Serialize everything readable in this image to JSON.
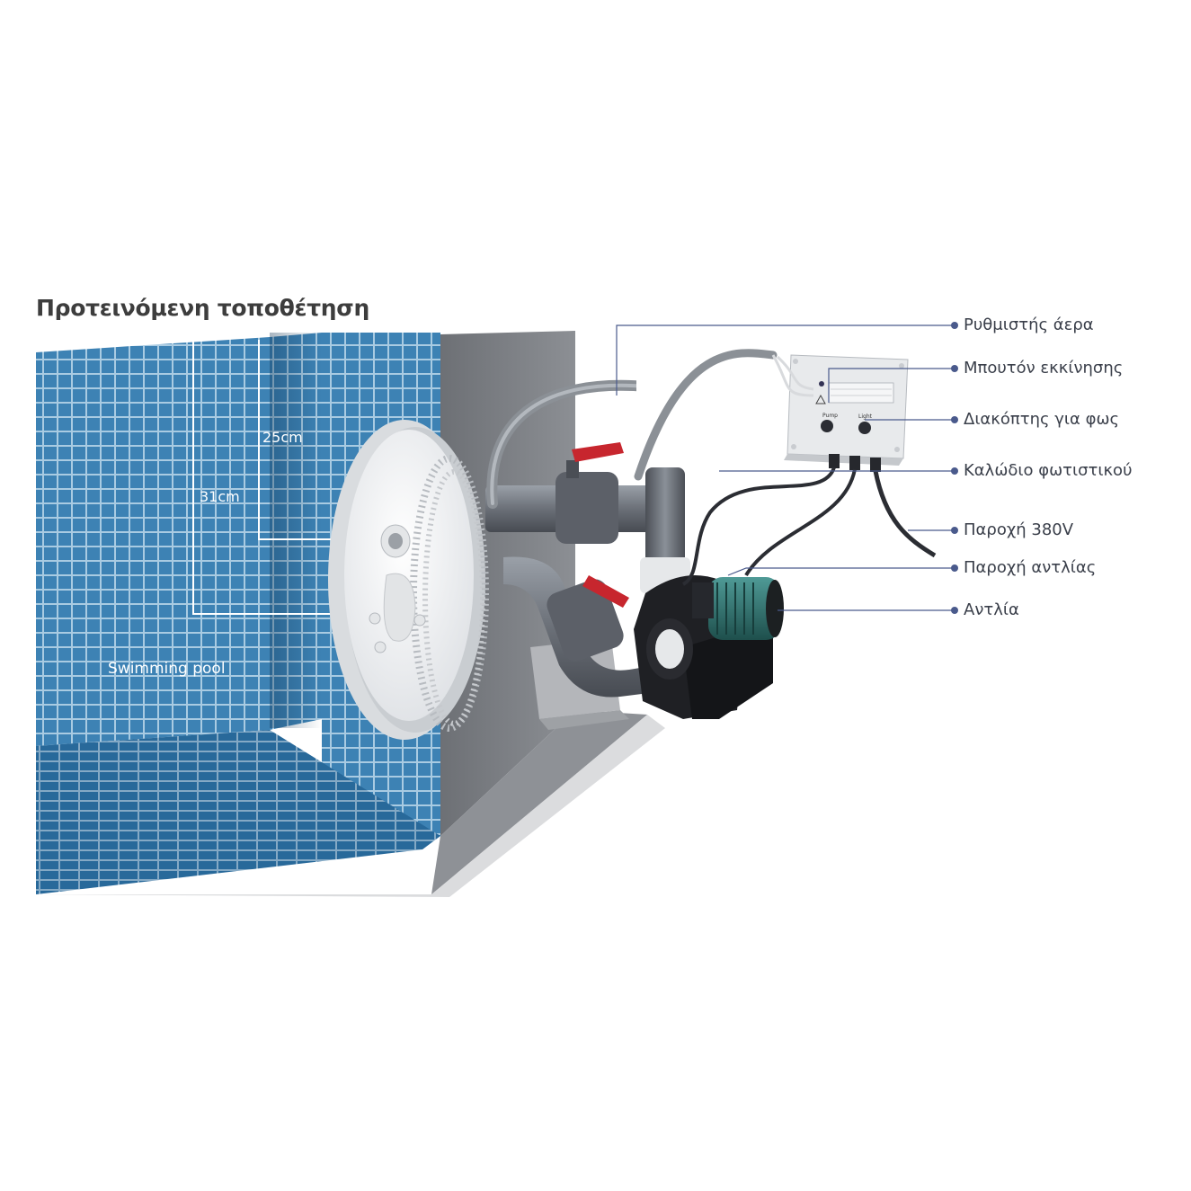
{
  "heading": "Προτεινόμενη τοποθέτηση",
  "pool_label": "Swimming pool",
  "dimensions": {
    "upper": "25cm",
    "lower": "31cm"
  },
  "callouts": [
    "Ρυθμιστής άερα",
    "Μπουτόν εκκίνησης",
    "Διακόπτης για φως",
    "Καλώδιο φωτιστικού",
    "Παροχή 380V",
    "Παροχή αντλίας",
    "Αντλία"
  ],
  "control_box": {
    "left_knob": "Pump",
    "right_knob": "Light"
  },
  "colors": {
    "tile": "#3d82b4",
    "grout": "#a9cbe2",
    "wall": "#7c7f84",
    "pipe": "#6b7078",
    "valve_handle": "#c7262e",
    "pump_body": "#1f2024",
    "motor": "#2f6d6a",
    "callout_line": "#4a5a8c"
  }
}
